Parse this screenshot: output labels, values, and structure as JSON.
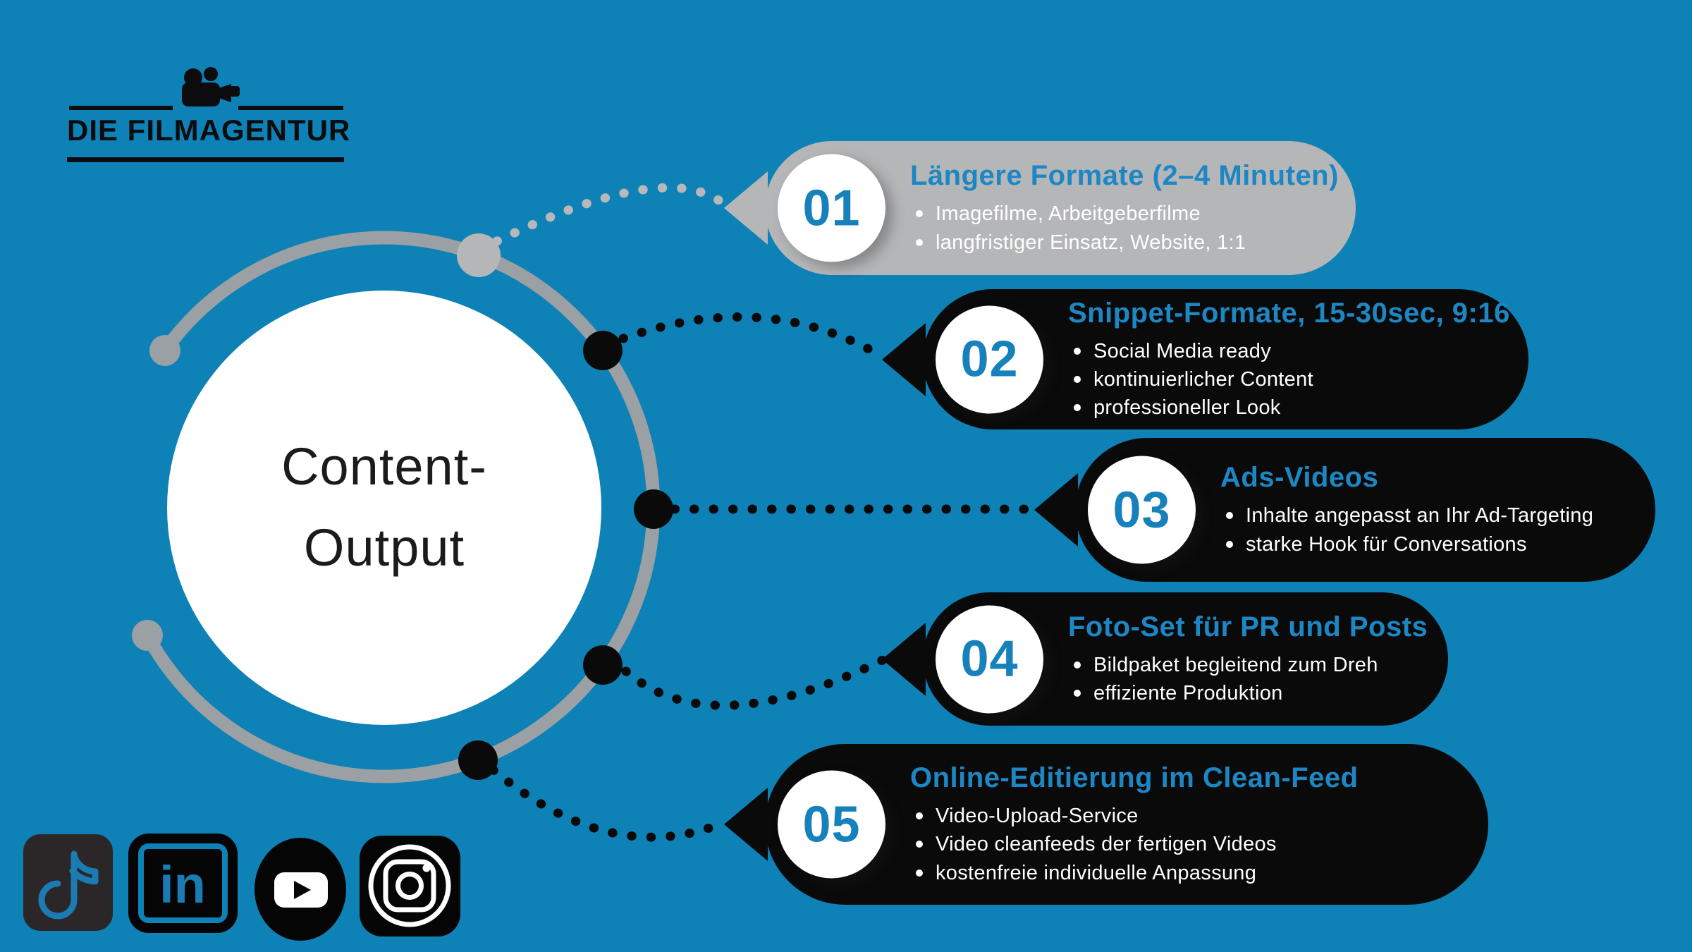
{
  "colors": {
    "background": "#0e81b6",
    "accent_blue_title": "#1d87c4",
    "accent_blue_number": "#1781bc",
    "card_gray": "#b5b6b8",
    "card_black": "#0a0a0b",
    "ring_gray": "#9aa0a3",
    "node_gray": "#b4b6b8",
    "dotted_black": "#0a0a0a",
    "white": "#ffffff",
    "text_dark": "#1b1b1d"
  },
  "logo": {
    "brand": "DIE FILMAGENTUR",
    "icon": "film-camera-icon"
  },
  "center_circle": {
    "line1": "Content-",
    "line2": "Output"
  },
  "cards": [
    {
      "number": "01",
      "title": "Längere Formate (2–4 Minuten)",
      "bullets": [
        "Imagefilme, Arbeitgeberfilme",
        "langfristiger Einsatz, Website, 1:1"
      ],
      "style": "gray"
    },
    {
      "number": "02",
      "title": "Snippet-Formate, 15-30sec, 9:16",
      "bullets": [
        "Social Media ready",
        "kontinuierlicher Content",
        "professioneller Look"
      ],
      "style": "black"
    },
    {
      "number": "03",
      "title": "Ads-Videos",
      "bullets": [
        "Inhalte angepasst an Ihr Ad-Targeting",
        "starke Hook für Conversations"
      ],
      "style": "black"
    },
    {
      "number": "04",
      "title": "Foto-Set für PR und Posts",
      "bullets": [
        "Bildpaket begleitend zum Dreh",
        "effiziente Produktion"
      ],
      "style": "black"
    },
    {
      "number": "05",
      "title": "Online-Editierung im Clean-Feed",
      "bullets": [
        "Video-Upload-Service",
        "Video cleanfeeds der fertigen Videos",
        "kostenfreie individuelle Anpassung"
      ],
      "style": "black"
    }
  ],
  "social_icons": [
    {
      "name": "tiktok-icon"
    },
    {
      "name": "linkedin-icon",
      "label": "in"
    },
    {
      "name": "youtube-icon"
    },
    {
      "name": "instagram-icon"
    }
  ]
}
